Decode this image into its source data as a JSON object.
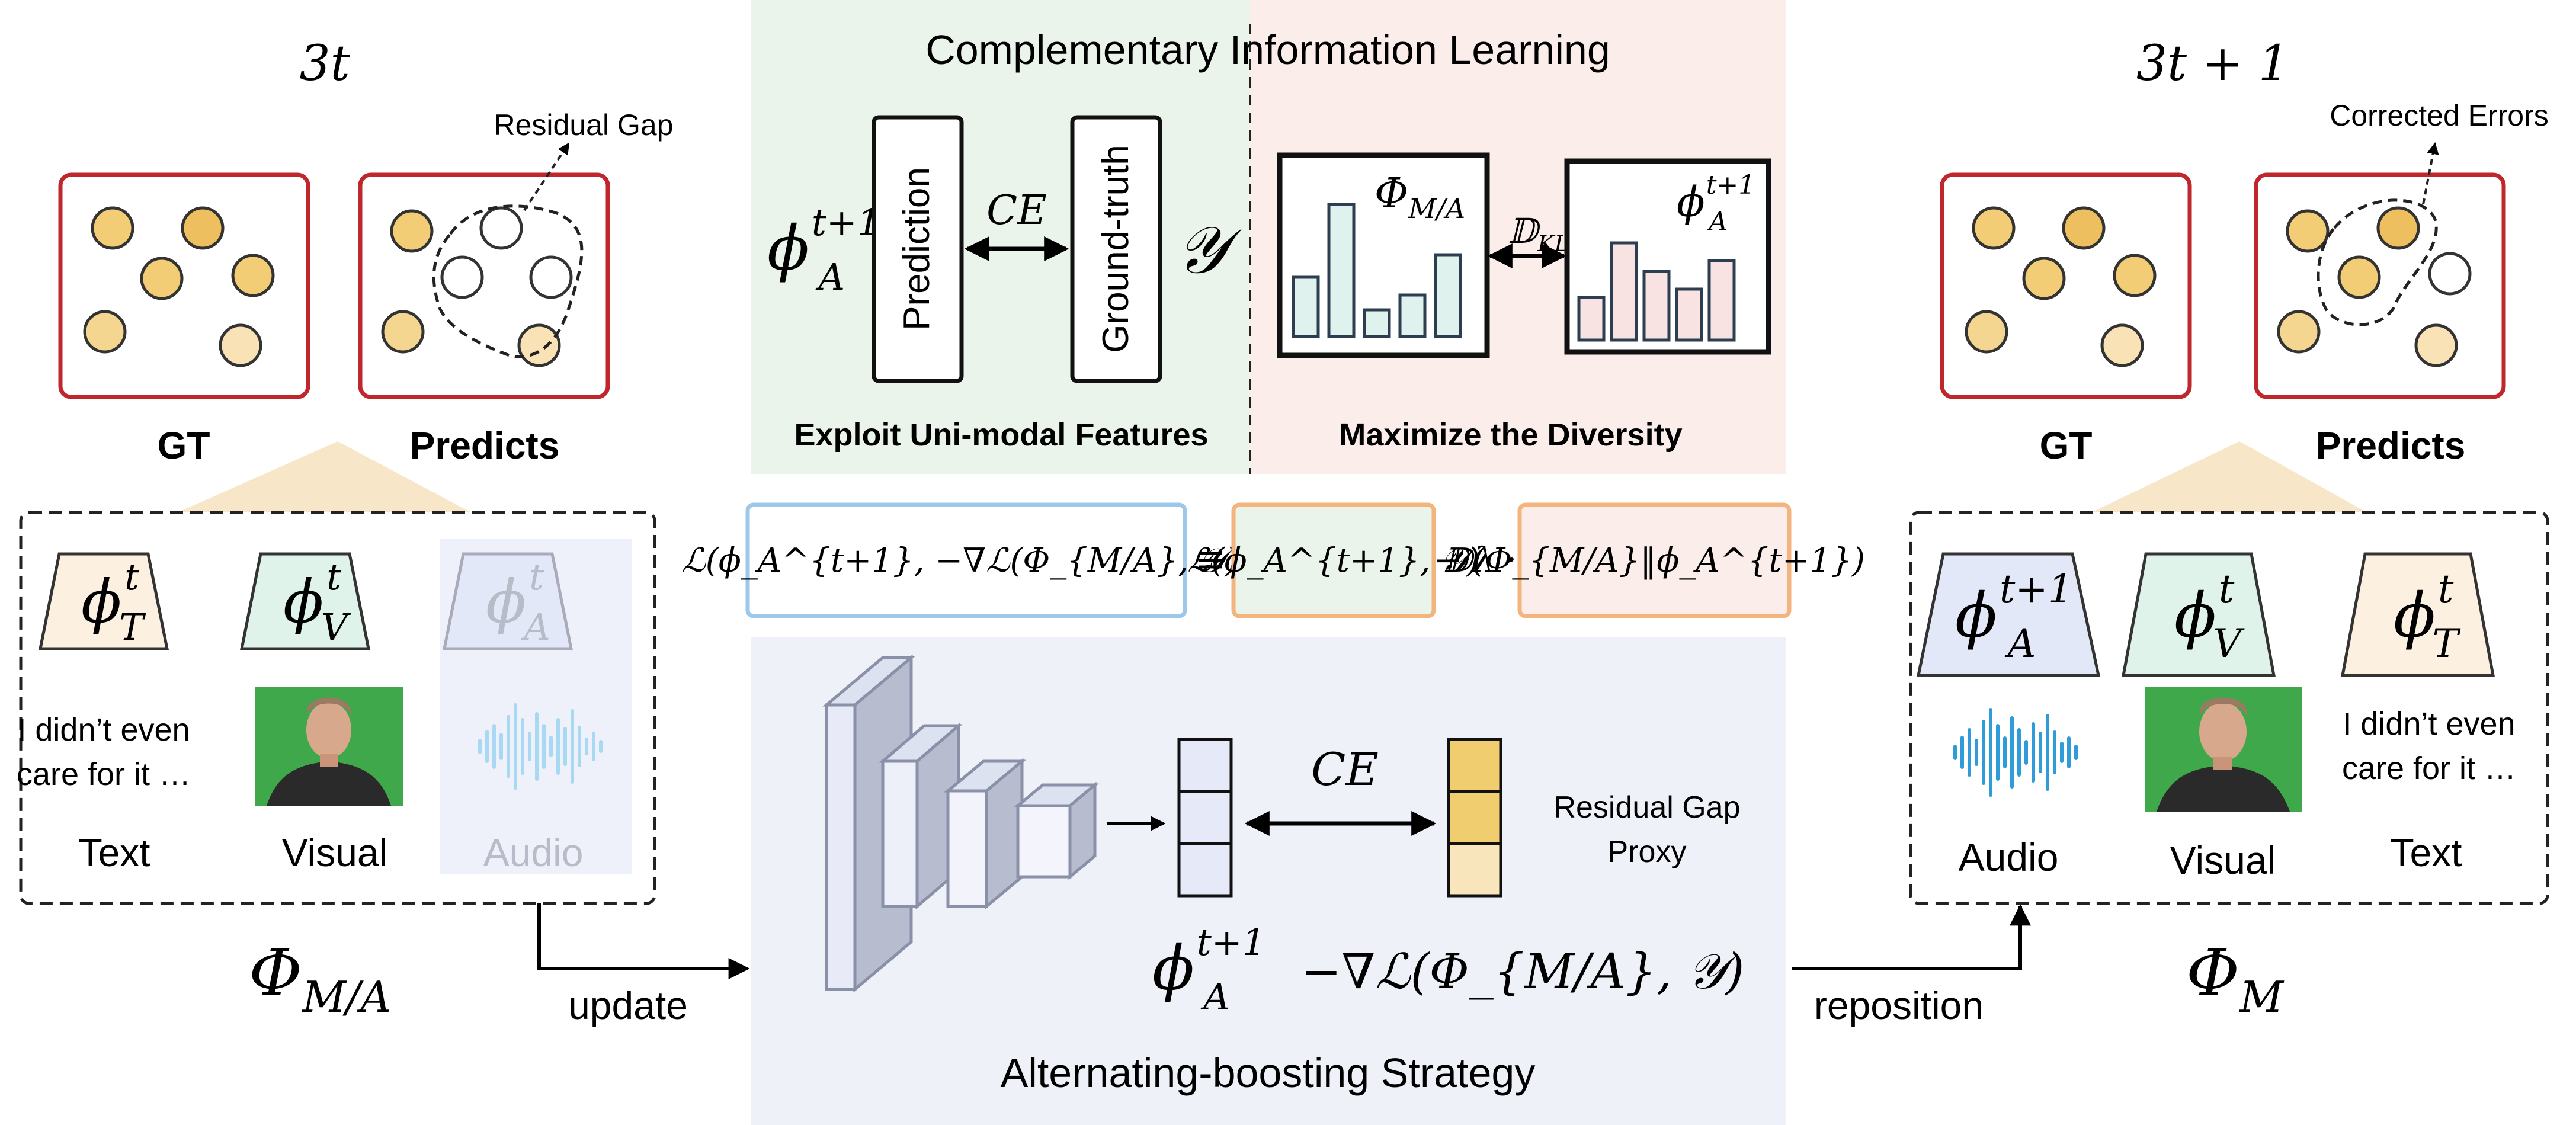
{
  "left": {
    "step": "3t",
    "gt_label": "GT",
    "predicts_label": "Predicts",
    "residual_gap": "Residual Gap",
    "modalities": [
      {
        "feature": "ϕ",
        "sup": "t",
        "sub": "T",
        "caption": "I didn’t even care for it …",
        "caption_line1": "I didn’t even",
        "caption_line2": "care for it …",
        "name": "Text"
      },
      {
        "feature": "ϕ",
        "sup": "t",
        "sub": "V",
        "name": "Visual"
      },
      {
        "feature": "ϕ",
        "sup": "t",
        "sub": "A",
        "name": "Audio"
      }
    ],
    "model": {
      "main": "Φ",
      "sub": "M/A"
    },
    "update_label": "update"
  },
  "center": {
    "title": "Complementary Information Learning",
    "ce_label": "CE",
    "prediction_label": "Prediction",
    "groundtruth_label": "Ground-truth",
    "phi_left": {
      "main": "ϕ",
      "sup": "t+1",
      "sub": "A"
    },
    "y_symbol": "𝒴",
    "phi_ma": {
      "main": "Φ",
      "sub": "M/A"
    },
    "dkl": {
      "main": "𝔻",
      "sub": "KL"
    },
    "phi_right": {
      "main": "ϕ",
      "sup": "t+1",
      "sub": "A"
    },
    "exploit_label": "Exploit Uni-modal Features",
    "maximize_label": "Maximize the Diversity",
    "equation": {
      "part1": "ℒ(ϕ_A^{t+1}, −∇ℒ(Φ_{M/A}, 𝒴))",
      "equiv": "≡",
      "part2": "ℒ(ϕ_A^{t+1}, 𝒴)",
      "minus_lambda": "− λ ·",
      "part3": "𝔻(Φ_{M/A}‖ϕ_A^{t+1})"
    },
    "lower_ce": "CE",
    "residual_proxy_line1": "Residual Gap",
    "residual_proxy_line2": "Proxy",
    "phi_bottom": {
      "main": "ϕ",
      "sup": "t+1",
      "sub": "A"
    },
    "grad_expr": "−∇ℒ(Φ_{M/A}, 𝒴)",
    "strategy_label": "Alternating-boosting Strategy"
  },
  "right": {
    "step": "3t + 1",
    "gt_label": "GT",
    "predicts_label": "Predicts",
    "corrected_errors": "Corrected Errors",
    "modalities": [
      {
        "feature": "ϕ",
        "sup": "t+1",
        "sub": "A",
        "name": "Audio"
      },
      {
        "feature": "ϕ",
        "sup": "t",
        "sub": "V",
        "name": "Visual"
      },
      {
        "feature": "ϕ",
        "sup": "t",
        "sub": "T",
        "caption_line1": "I didn’t even",
        "caption_line2": "care for it …",
        "name": "Text"
      }
    ],
    "model": {
      "main": "Φ",
      "sub": "M"
    },
    "reposition_label": "reposition"
  },
  "colors": {
    "red_border": "#c0272d",
    "gold_fill": "#f2cd75",
    "green_bg": "#eaf4ea",
    "pink_bg": "#fbeeea",
    "blue_bg": "#eef1f8",
    "teal_bar": "#dff2ee",
    "pink_bar": "#f8e2e2",
    "blue_border": "#9ec8ea",
    "orange_border": "#f3b47e",
    "text_trap_fill": "#fcf0e0",
    "visual_trap_fill": "#e0f3ea",
    "audio_trap_fill": "#e3e8f8",
    "audio_wave": "#2f9bd8"
  }
}
